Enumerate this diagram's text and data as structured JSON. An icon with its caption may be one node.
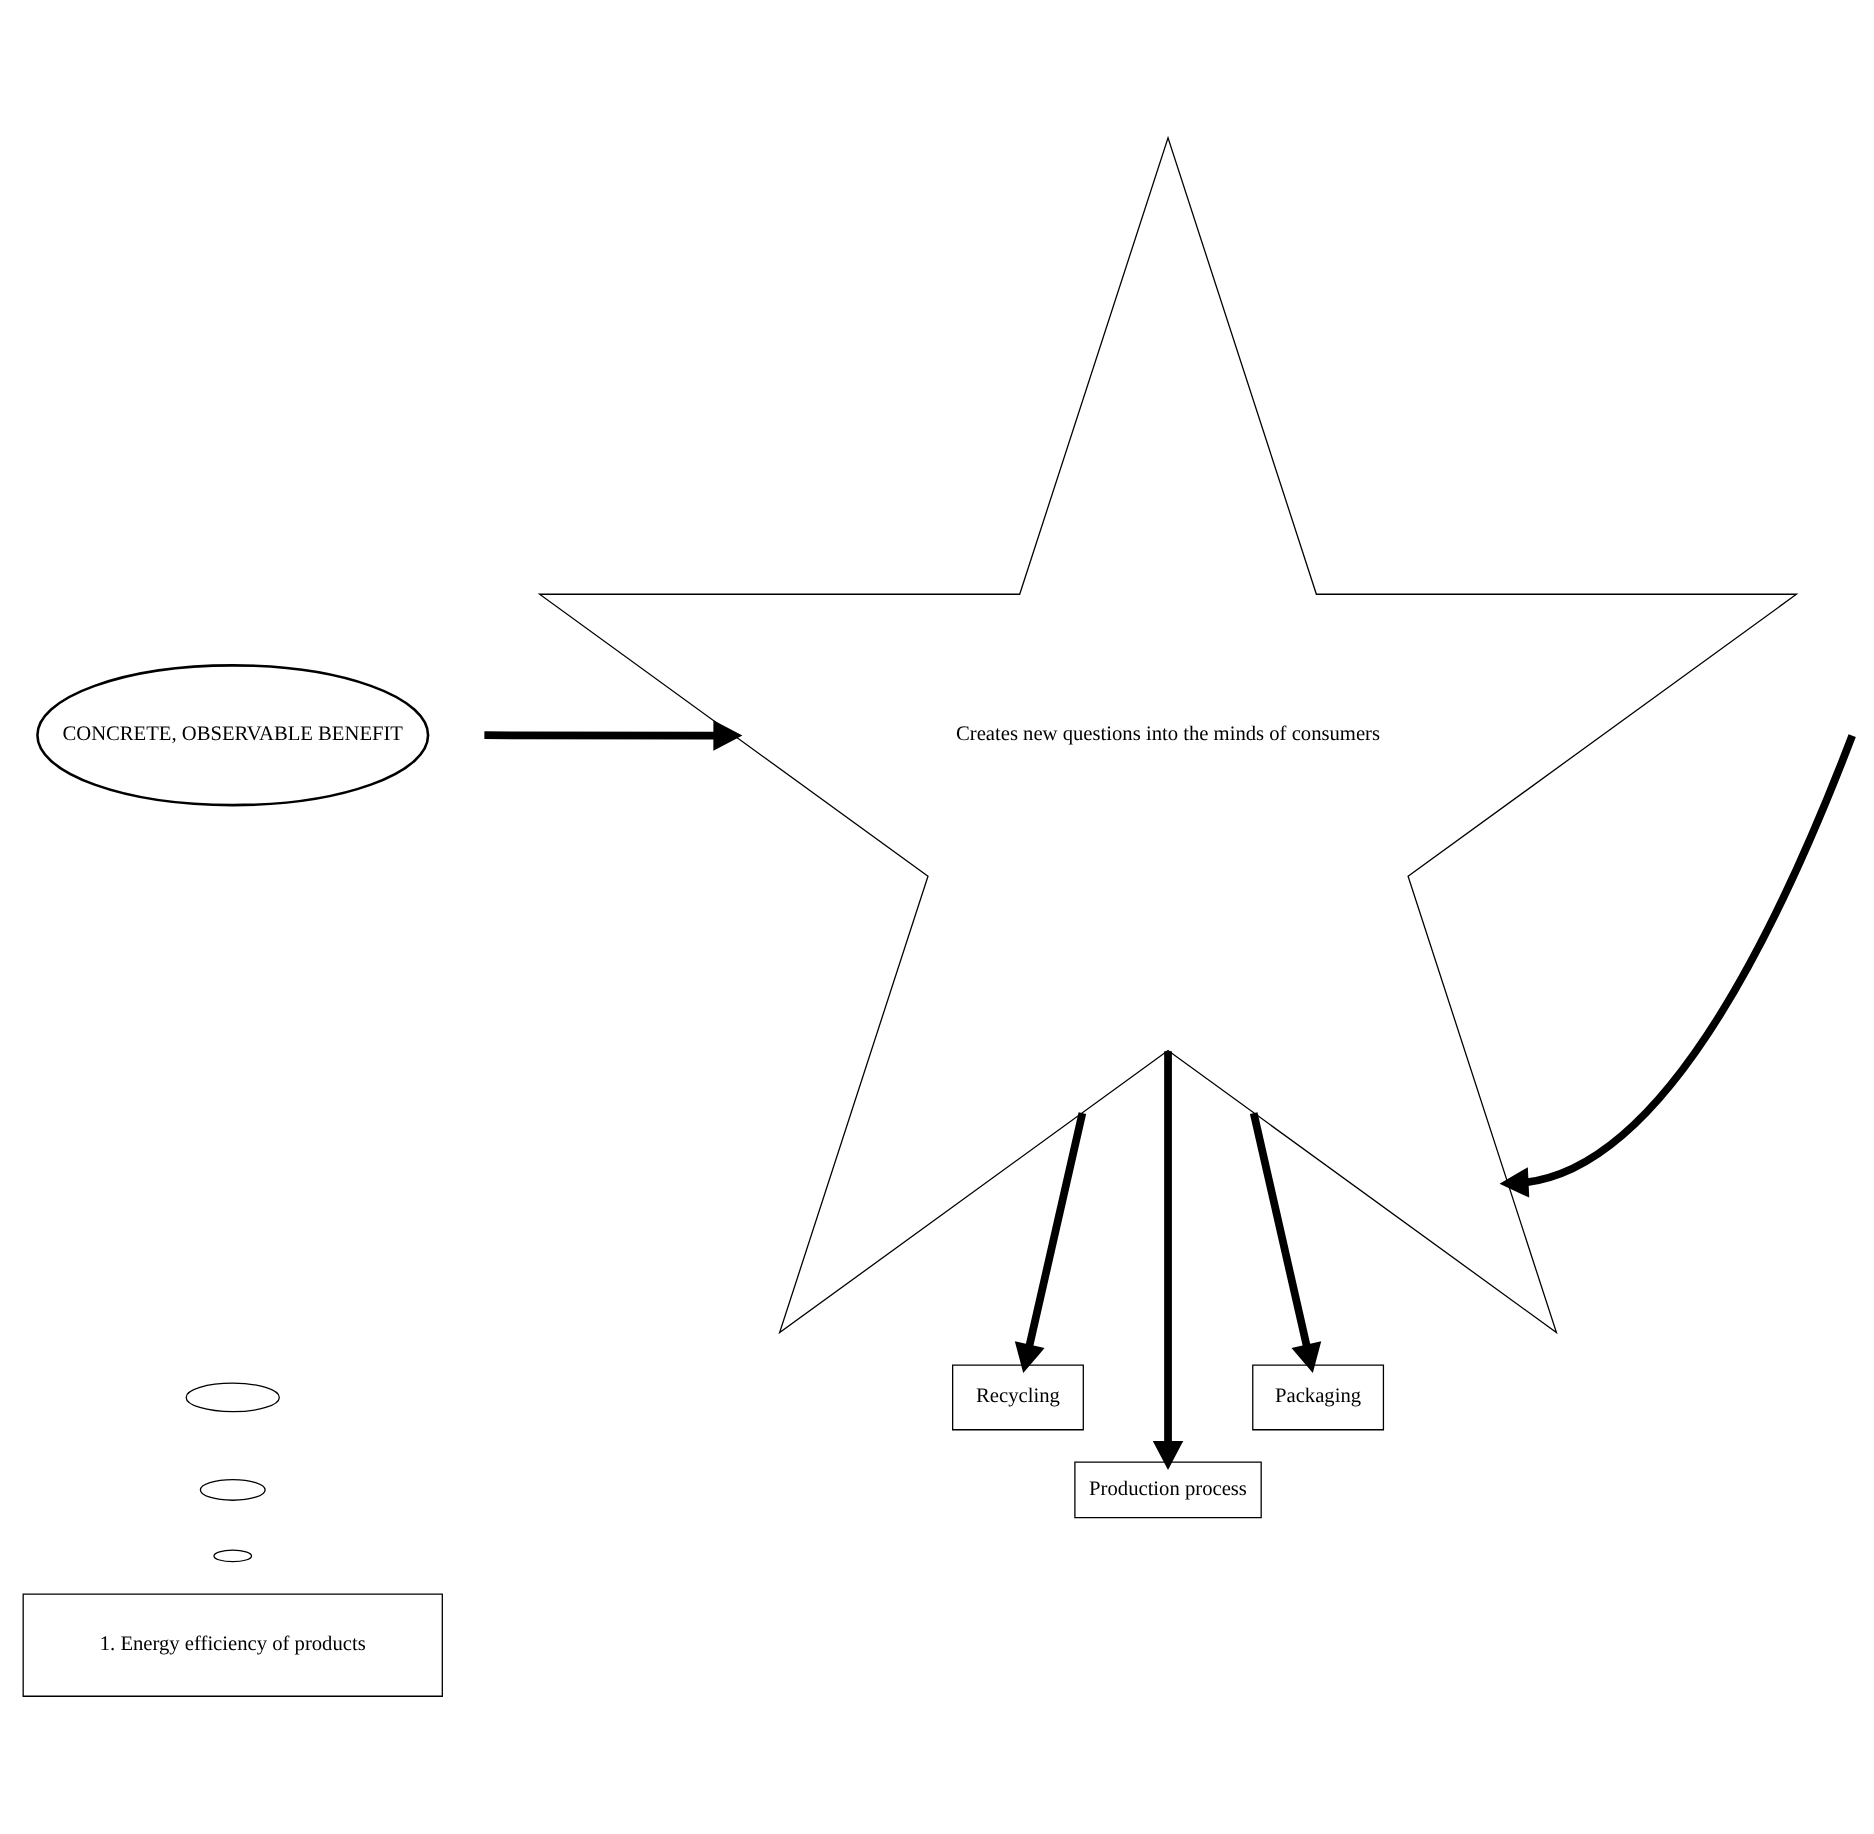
{
  "diagram": {
    "nodes": [
      {
        "text": [
          "CONCRETE, OBSERVABLE BENEFIT"
        ]
      },
      {
        "text": [],
        "shape": "ellipse"
      },
      {
        "text": [],
        "shape": "ellipse"
      },
      {
        "text": [],
        "shape": "ellipse"
      },
      {
        "text": [
          "1. Energy efficiency of products"
        ]
      },
      {
        "text": [
          "Creates new questions into the minds of consumers"
        ]
      },
      {
        "text": [
          "Recycling"
        ]
      },
      {
        "text": [
          "Production process"
        ]
      },
      {
        "text": [
          "Packaging"
        ]
      }
    ],
    "edges": [
      {
        "from": null,
        "to": 5,
        "arrow": "to"
      },
      {
        "from": null,
        "to": 5,
        "arrow": "to"
      },
      {
        "from": 5,
        "to": 6,
        "arrow": "to"
      },
      {
        "from": 5,
        "to": 7,
        "arrow": "to"
      },
      {
        "from": 5,
        "to": 8,
        "arrow": "to"
      }
    ]
  }
}
